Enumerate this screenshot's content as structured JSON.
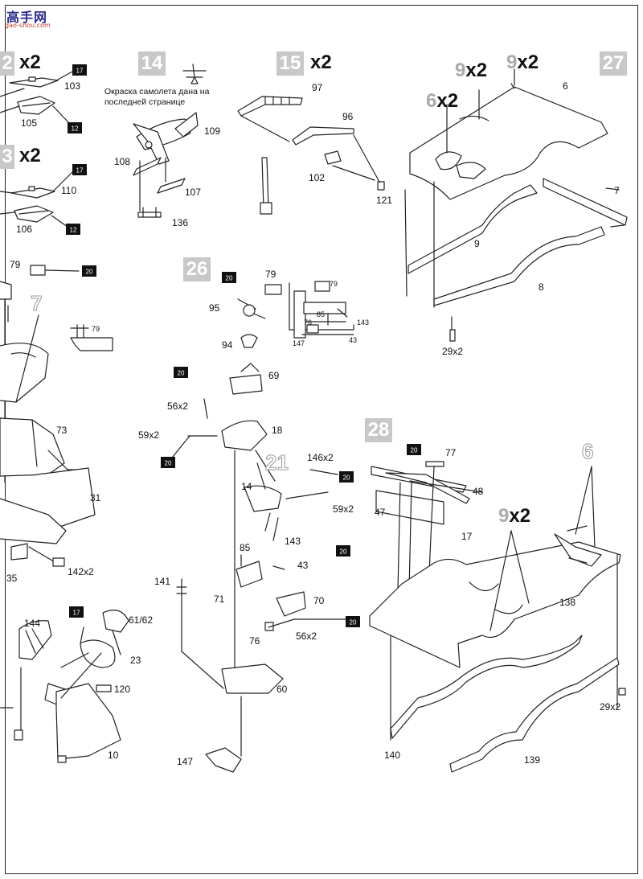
{
  "watermark": {
    "main": "高手网",
    "url": "gao-shou.com"
  },
  "note": {
    "line1": "Окраска самолета дана на",
    "line2": "последней странице"
  },
  "steps": {
    "s12": "2",
    "s13": "3",
    "s14": "14",
    "s15": "15",
    "s26": "26",
    "s27": "27",
    "s28": "28"
  },
  "multipliers": {
    "x2": "x2",
    "n9": "9",
    "n6": "6"
  },
  "big_refs": {
    "r7": "7",
    "r21": "21",
    "r6": "6"
  },
  "badges": {
    "b17": "17",
    "b12": "12",
    "b20": "20"
  },
  "labels": {
    "l103": "103",
    "l105": "105",
    "l110": "110",
    "l106": "106",
    "l79": "79",
    "l73": "73",
    "l31": "31",
    "l35": "35",
    "l142x2": "142x2",
    "l144": "144",
    "l61_62": "61/62",
    "l23": "23",
    "l120": "120",
    "l10": "10",
    "l109": "109",
    "l108": "108",
    "l107": "107",
    "l136": "136",
    "l97": "97",
    "l96": "96",
    "l102": "102",
    "l121": "121",
    "l95": "95",
    "l94": "94",
    "l69": "69",
    "l56x2": "56x2",
    "l18": "18",
    "l59x2": "59x2",
    "l146x2": "146x2",
    "l14": "14",
    "l85": "85",
    "l143": "143",
    "l43": "43",
    "l141": "141",
    "l71": "71",
    "l70": "70",
    "l76": "76",
    "l60": "60",
    "l147": "147",
    "l6": "6",
    "l7": "7",
    "l9": "9",
    "l8": "8",
    "l29x2": "29x2",
    "l77": "77",
    "l48": "48",
    "l47": "47",
    "l17": "17",
    "l138": "138",
    "l140": "140",
    "l139": "139"
  },
  "colors": {
    "step_box": "#c8c8c8",
    "badge_bg": "#111111",
    "ink": "#111111"
  }
}
